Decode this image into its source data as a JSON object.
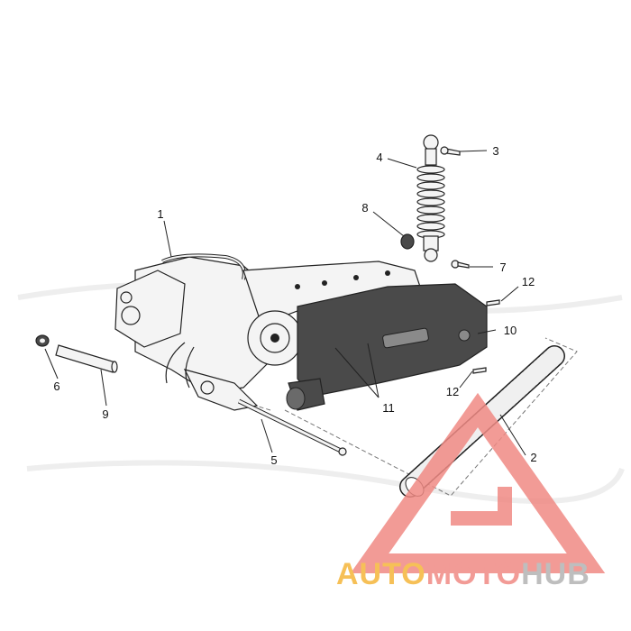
{
  "diagram": {
    "callouts": [
      "1",
      "2",
      "3",
      "4",
      "5",
      "6",
      "7",
      "8",
      "9",
      "10",
      "11",
      "12",
      "12"
    ]
  },
  "watermark": {
    "brand_orange": "AUTO",
    "brand_pink": "MOTO",
    "brand_gray": "HUB",
    "colors": {
      "orange": "#f5b63a",
      "pink": "#f08a84",
      "gray": "#b3b3b3",
      "triangle": "#f08a84"
    }
  }
}
